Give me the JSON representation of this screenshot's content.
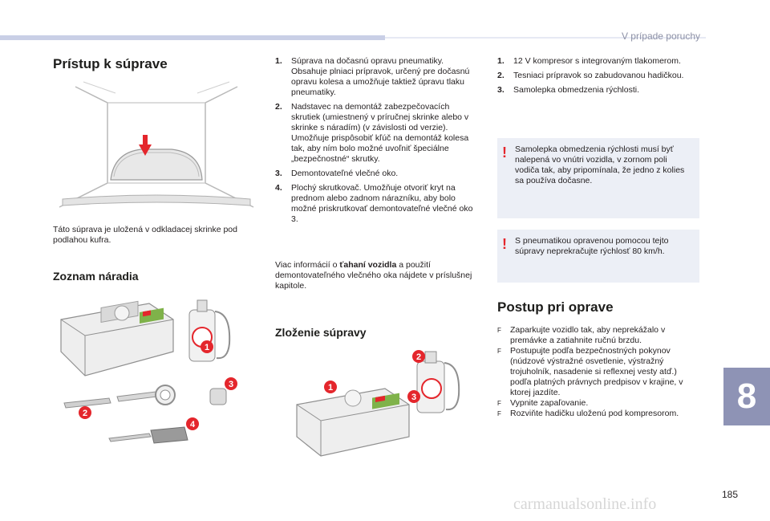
{
  "header": {
    "section": "V prípade poruchy"
  },
  "chapter": "8",
  "page_number": "185",
  "watermark": "carmanualsonline.info",
  "col1": {
    "title": "Prístup k súprave",
    "intro": "Táto súprava je uložená v odkladacej skrinke pod podlahou kufra.",
    "tools_title": "Zoznam náradia",
    "callouts": [
      "1",
      "2",
      "3",
      "4"
    ]
  },
  "col2": {
    "items": [
      {
        "n": "1.",
        "text": "Súprava na dočasnú opravu pneumatiky. Obsahuje plniaci prípravok, určený pre dočasnú opravu kolesa a umožňuje taktiež úpravu tlaku pneumatiky."
      },
      {
        "n": "2.",
        "text": "Nadstavec na demontáž zabezpečovacích skrutiek (umiestnený v príručnej skrinke alebo v skrinke s náradím) (v závislosti od verzie). Umožňuje prispôsobiť kľúč na demontáž kolesa tak, aby ním bolo možné uvoľniť špeciálne „bezpečnostné“ skrutky."
      },
      {
        "n": "3.",
        "text": "Demontovateľné vlečné oko."
      },
      {
        "n": "4.",
        "text": "Plochý skrutkovač. Umožňuje otvoriť kryt na prednom alebo zadnom nárazníku, aby bolo možné priskrutkovať demontovateľné vlečné oko 3."
      }
    ],
    "more_info_pre": "Viac informácií o ",
    "more_info_bold": "ťahaní vozidla",
    "more_info_post": " a použití demontovateľného vlečného oka nájdete v príslušnej kapitole.",
    "kit_title": "Zloženie súpravy",
    "callouts": [
      "1",
      "2",
      "3"
    ]
  },
  "col3": {
    "items": [
      {
        "n": "1.",
        "text": "12 V kompresor s integrovaným tlakomerom."
      },
      {
        "n": "2.",
        "text": "Tesniaci prípravok so zabudovanou hadičkou."
      },
      {
        "n": "3.",
        "text": "Samolepka obmedzenia rýchlosti."
      }
    ],
    "warning1": "Samolepka obmedzenia rýchlosti musí byť nalepená vo vnútri vozidla, v zornom poli vodiča tak, aby pripomínala, že jedno z kolies sa používa dočasne.",
    "warning2": "S pneumatikou opravenou pomocou tejto súpravy neprekračujte rýchlosť 80 km/h.",
    "procedure_title": "Postup pri oprave",
    "steps": [
      "Zaparkujte vozidlo tak, aby neprekážalo v premávke a zatiahnite ručnú brzdu.",
      "Postupujte podľa bezpečnostných pokynov (núdzové výstražné osvetlenie, výstražný trojuholník, nasadenie si reflexnej vesty atď.) podľa platných právnych predpisov v krajine, v ktorej jazdíte.",
      "Vypnite zapaľovanie.",
      "Rozviňte hadičku uloženú pod kompresorom."
    ],
    "bullet_glyph": "F"
  }
}
